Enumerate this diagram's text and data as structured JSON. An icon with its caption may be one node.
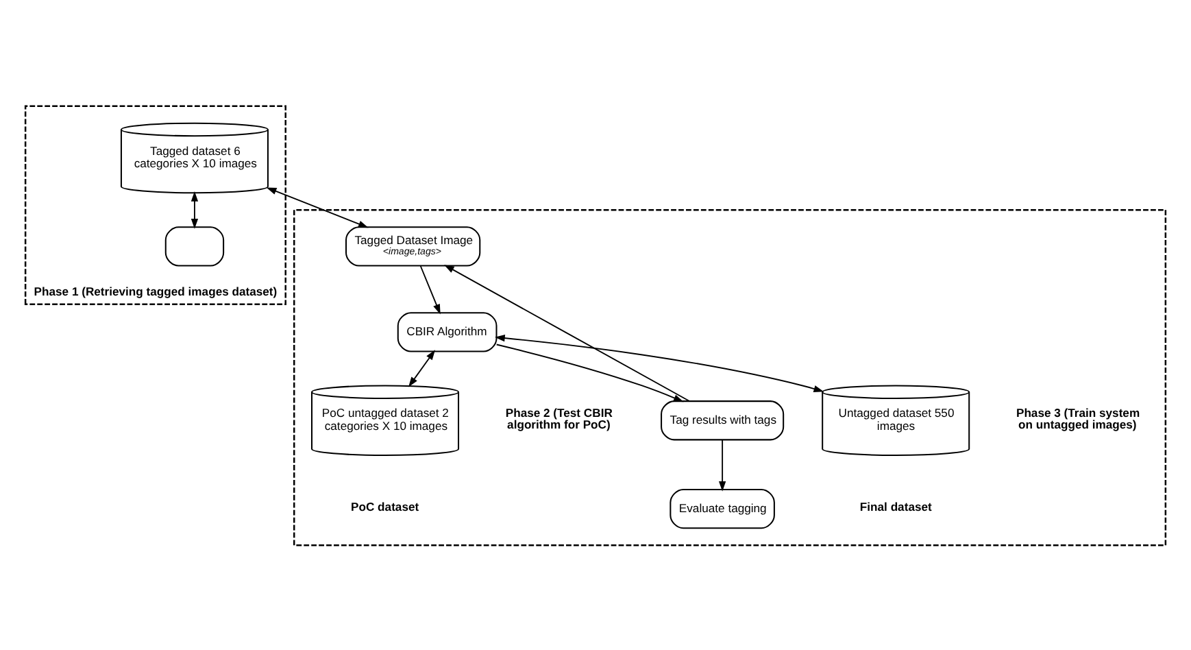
{
  "diagram": {
    "nodes": [
      {
        "text": [
          "Phase 1 (Retrieving tagged images dataset)"
        ]
      },
      {
        "text": [
          "Tagged dataset 6 categories X 10 images"
        ],
        "in": 0
      },
      {
        "text": [],
        "shape": "box",
        "in": 0
      },
      {
        "text": [],
        "shape": "box"
      },
      {
        "text": [
          "Tagged Dataset Image",
          "<image,tags>"
        ],
        "in": 3
      },
      {
        "text": [
          "CBIR Algorithm"
        ],
        "in": 3
      },
      {
        "text": [
          "PoC untagged dataset 2 categories X 10 images"
        ],
        "in": 3,
        "beside": [
          "PoC dataset"
        ]
      },
      {
        "text": [
          "Tag results with tags"
        ],
        "in": 3
      },
      {
        "text": [
          "Untagged dataset 550 images"
        ],
        "in": 3,
        "beside": [
          "Final dataset"
        ]
      },
      {
        "text": [
          "Evaluate tagging"
        ],
        "in": 3
      }
    ],
    "edges": [
      {
        "from": 1,
        "to": 4,
        "arrow": "both"
      },
      {
        "from": 1,
        "to": 2,
        "arrow": "both"
      },
      {
        "from": 4,
        "to": 5,
        "arrow": "to"
      },
      {
        "from": 5,
        "to": 6,
        "arrow": "both"
      },
      {
        "from": 5,
        "to": 8,
        "arrow": "both"
      },
      {
        "from": 5,
        "to": 7,
        "arrow": "to"
      },
      {
        "from": 7,
        "to": 4,
        "arrow": "to"
      },
      {
        "from": 7,
        "to": 9,
        "arrow": "to"
      }
    ],
    "labels": [
      "Phase 2 (Test CBIR algorithm for PoC)",
      "Phase 3 (Train system on untagged images)"
    ]
  }
}
